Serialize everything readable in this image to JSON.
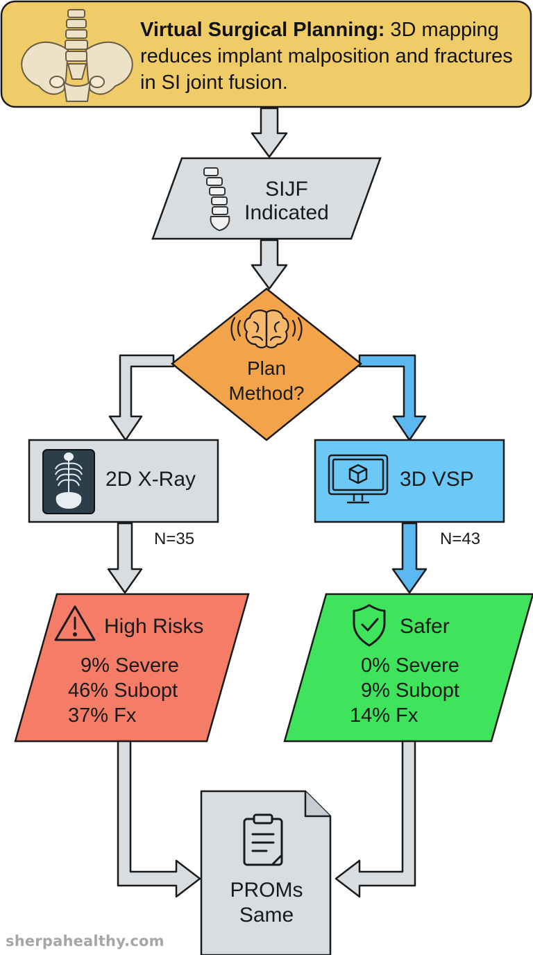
{
  "header": {
    "title_bold": "Virtual Surgical Planning:",
    "title_rest": " 3D mapping reduces implant malposition and fractures in SI joint fusion."
  },
  "nodes": {
    "start": {
      "line1": "SIJF",
      "line2": "Indicated"
    },
    "decision": {
      "line1": "Plan",
      "line2": "Method?"
    },
    "left_method": {
      "label": "2D X-Ray",
      "n": "N=35"
    },
    "right_method": {
      "label": "3D VSP",
      "n": "N=43"
    },
    "left_result": {
      "title": "High Risks",
      "line1": "9% Severe",
      "line2": "46% Subopt",
      "line3": "37% Fx"
    },
    "right_result": {
      "title": "Safer",
      "line1": "0% Severe",
      "line2": "9% Subopt",
      "line3": "14% Fx"
    },
    "outcome": {
      "line1": "PROMs",
      "line2": "Same"
    }
  },
  "colors": {
    "header_fill": "#f0cc68",
    "neutral_fill": "#d8dde2",
    "decision_fill": "#f3a34a",
    "vsp_fill": "#6cc8f7",
    "risk_fill": "#f57c67",
    "safe_fill": "#3fe35c",
    "blue_arrow": "#5bb8f0"
  },
  "icons": [
    "pelvis-icon",
    "spine-icon",
    "brain-icon",
    "xray-icon",
    "monitor-cube-icon",
    "warning-icon",
    "shield-check-icon",
    "clipboard-icon"
  ],
  "footer": {
    "watermark": "sherpahealthy.com"
  }
}
